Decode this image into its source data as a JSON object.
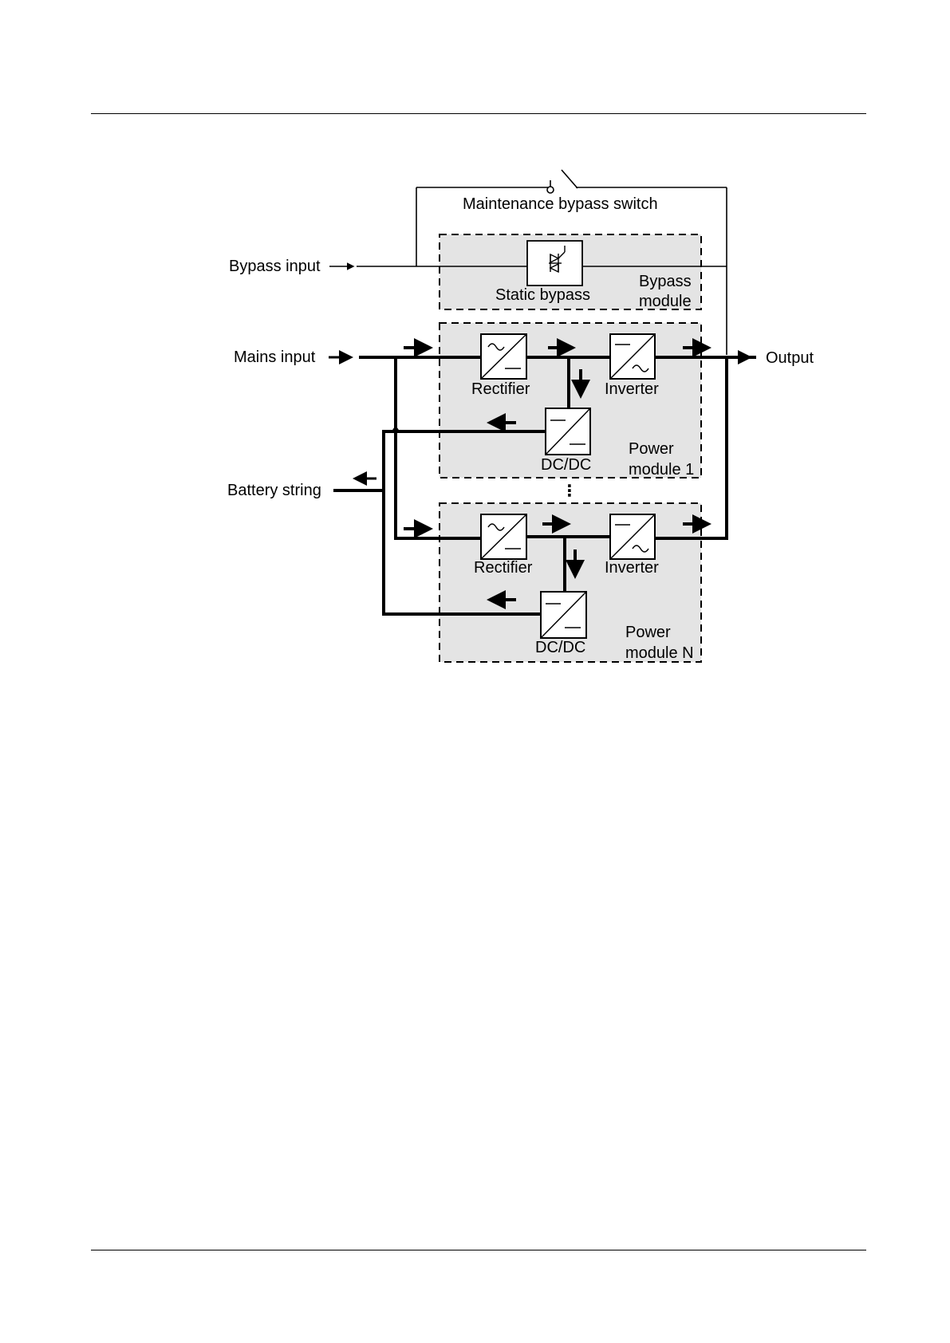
{
  "labels": {
    "maintenance_switch": "Maintenance bypass switch",
    "bypass_input": "Bypass input",
    "static_bypass": "Static bypass",
    "bypass_module_line1": "Bypass",
    "bypass_module_line2": "module",
    "mains_input": "Mains input",
    "output": "Output",
    "battery_string": "Battery string",
    "rectifier_1": "Rectifier",
    "inverter_1": "Inverter",
    "dcdc_1": "DC/DC",
    "power_module_1_line1": "Power",
    "power_module_1_line2": "module 1",
    "rectifier_n": "Rectifier",
    "inverter_n": "Inverter",
    "dcdc_n": "DC/DC",
    "power_module_n_line1": "Power",
    "power_module_n_line2": "module N",
    "ellipsis": "⋮"
  },
  "colors": {
    "module_fill": "#e4e4e4",
    "stroke": "#000000",
    "rule": "#000000"
  }
}
